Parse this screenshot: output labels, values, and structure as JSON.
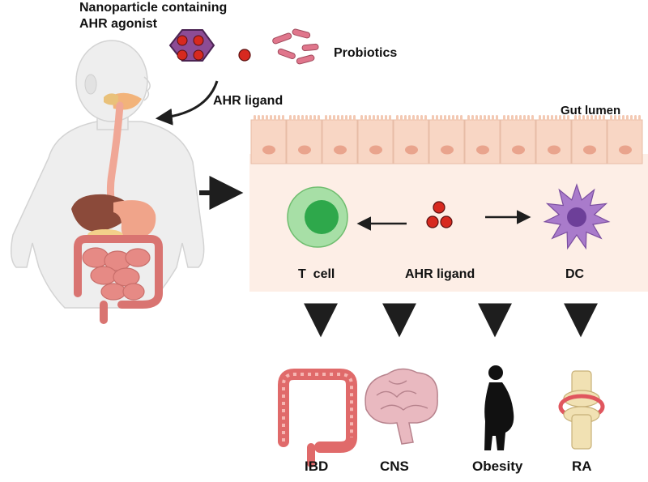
{
  "source": {
    "nanoparticle_line1": "Nanoparticle containing",
    "nanoparticle_line2": "AHR agonist",
    "probiotics": "Probiotics",
    "ligand_intake": "AHR ligand"
  },
  "gut": {
    "lumen_label": "Gut lumen",
    "t_cell_label": "T  cell",
    "ligand_label": "AHR ligand",
    "dc_label": "DC"
  },
  "outcomes": [
    {
      "label": "IBD"
    },
    {
      "label": "CNS"
    },
    {
      "label": "Obesity"
    },
    {
      "label": "RA"
    }
  ],
  "colors": {
    "tissue_bg": "#fdeee6",
    "enterocyte": "#f8d6c4",
    "enterocyte_nucleus": "#e9a48d",
    "t_cell_outer": "#a7dfa6",
    "t_cell_inner": "#2ea84b",
    "dc_body": "#a97bcb",
    "dc_nucleus": "#6d3f99",
    "ligand_red": "#d7291f",
    "nanoparticle_purple": "#8c4c95",
    "probiotic_pink": "#e0768c",
    "arrow": "#1e1e1e"
  }
}
